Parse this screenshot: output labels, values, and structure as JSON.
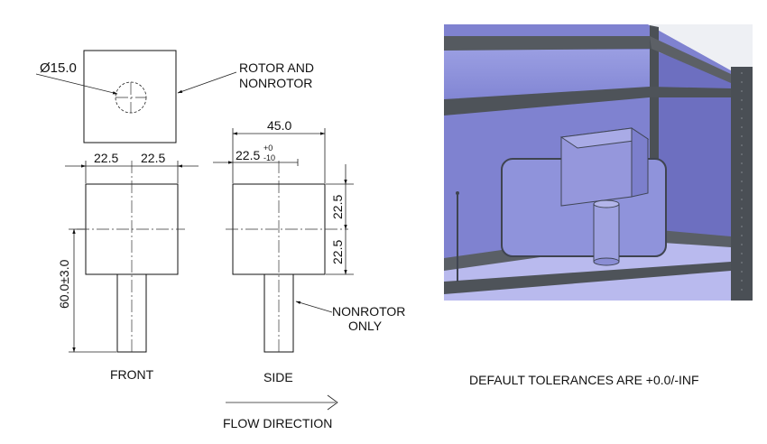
{
  "drawing": {
    "top_view": {
      "diameter": "Ø15.0",
      "callout": [
        "ROTOR AND",
        "NONROTOR"
      ]
    },
    "front_view": {
      "width_left": "22.5",
      "width_right": "22.5",
      "height": "60.0±3.0",
      "label": "FRONT"
    },
    "side_view": {
      "total_width": "45.0",
      "offset": "22.5",
      "offset_tol_upper": "+0",
      "offset_tol_lower": "-10",
      "height_upper": "22.5",
      "height_lower": "22.5",
      "callout": [
        "NONROTOR",
        "ONLY"
      ],
      "label": "SIDE"
    },
    "flow_label": "FLOW DIRECTION",
    "tolerance_note": "DEFAULT TOLERANCES ARE +0.0/-INF"
  },
  "render": {
    "tunnel_frame": "#4a4f55",
    "tunnel_glass": "#8a8fd8",
    "tunnel_floor": "#b7b8ee",
    "tunnel_back": "#7b7ccc",
    "cube": "#8d8fd6"
  }
}
